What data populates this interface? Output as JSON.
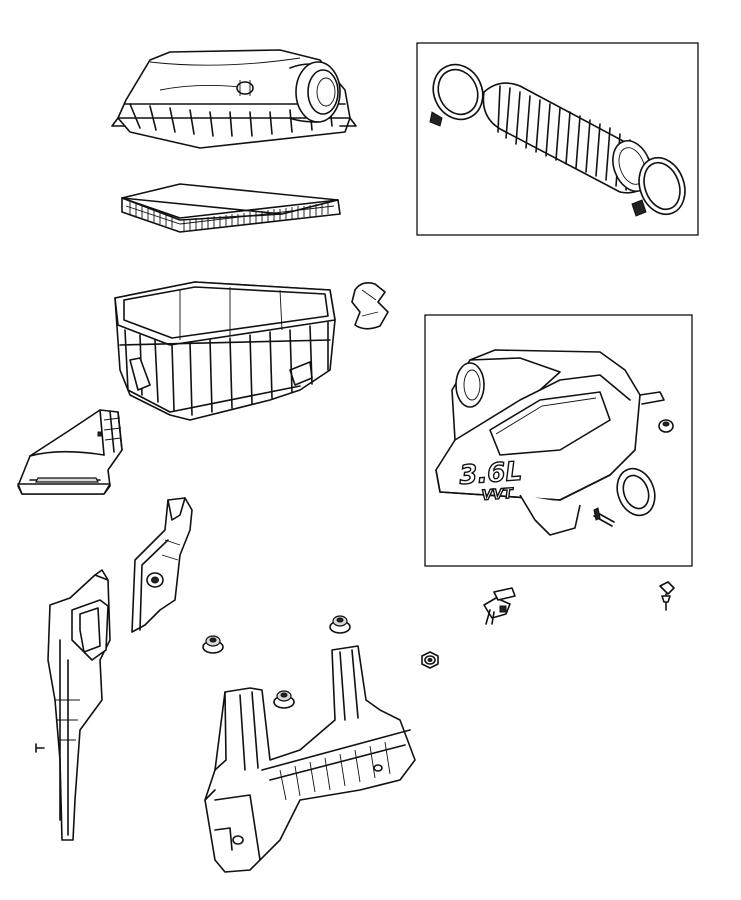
{
  "engine_cover": {
    "logo_main": "3.6L",
    "logo_sub": "VVT"
  },
  "parts": [
    "air-cleaner-cover",
    "air-filter-element",
    "air-cleaner-housing",
    "inlet-duct-clip",
    "air-inlet-duct",
    "support-bracket",
    "air-duct-shield",
    "grommet",
    "grommet",
    "grommet",
    "nut",
    "screw",
    "push-pin",
    "pin-fastener",
    "air-cleaner-tray"
  ],
  "callout_boxes": [
    "clean-air-hose-assembly",
    "engine-cover-assembly"
  ],
  "colors": {
    "line": "#111111",
    "background": "#ffffff"
  }
}
